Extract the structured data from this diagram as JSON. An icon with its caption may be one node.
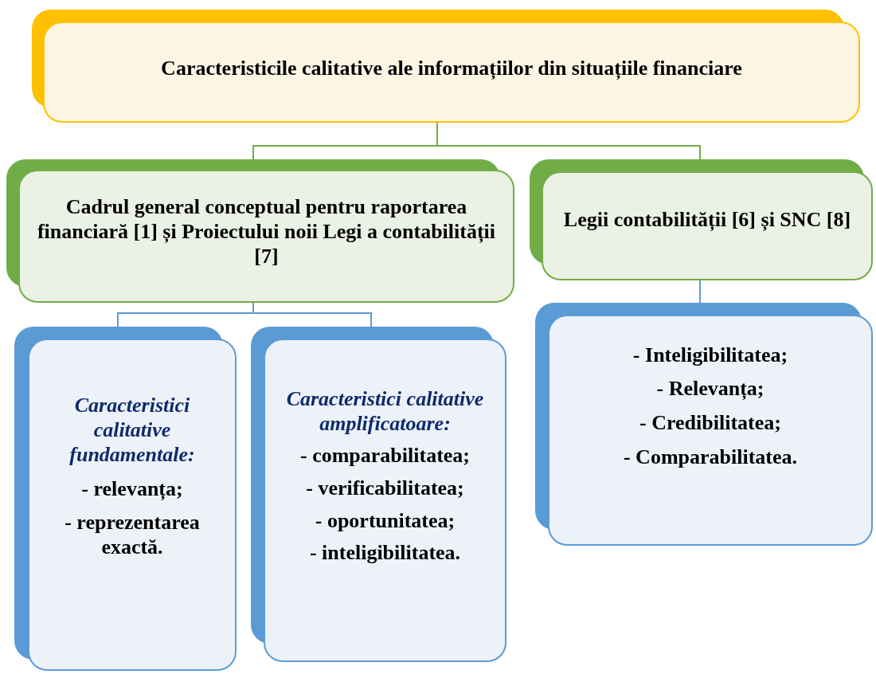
{
  "diagram": {
    "nodes": [
      {
        "text": [
          "Caracteristicile calitative ale informațiilor din situațiile financiare"
        ]
      },
      {
        "text": [
          "Cadrul general conceptual pentru raportarea financiară [1] și Proiectului noii Legi a contabilității [7]"
        ]
      },
      {
        "text": [
          "Legii contabilității [6] și SNC [8]"
        ]
      },
      {
        "text": [
          "Caracteristici calitative fundamentale:",
          "- relevanța;",
          "- reprezentarea exactă."
        ]
      },
      {
        "text": [
          "Caracteristici calitative amplificatoare:",
          "- comparabilitatea;",
          "- verificabilitatea;",
          "- oportunitatea;",
          "- inteligibilitatea."
        ]
      },
      {
        "text": [
          "- Inteligibilitatea;",
          "- Relevanța;",
          "- Credibilitatea;",
          "- Comparabilitatea."
        ]
      }
    ],
    "edges": [
      {
        "from": 0,
        "to": 1,
        "arrow": "none",
        "color": "#70ad47"
      },
      {
        "from": 0,
        "to": 2,
        "arrow": "none",
        "color": "#70ad47"
      },
      {
        "from": 1,
        "to": 3,
        "arrow": "none"
      },
      {
        "from": 1,
        "to": 4,
        "arrow": "none"
      },
      {
        "from": 2,
        "to": 5,
        "arrow": "none"
      }
    ]
  }
}
